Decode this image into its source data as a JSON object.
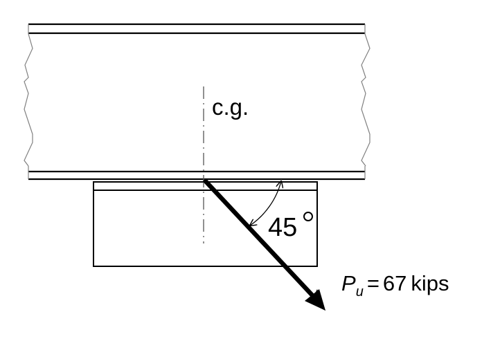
{
  "diagram": {
    "type": "structural connection free-body sketch",
    "beam": {
      "description": "beam with top and bottom flanges, break lines at both ends",
      "top_flange_y": [
        35,
        48
      ],
      "bottom_flange_y": [
        248,
        259
      ],
      "x_range": [
        41,
        527
      ]
    },
    "plate": {
      "description": "gusset / connection plate below bottom flange",
      "x_range": [
        135,
        458
      ],
      "y_range": [
        263,
        385
      ],
      "inner_line_y": 275
    },
    "centerline": {
      "label": "c.g.",
      "x": 294
    },
    "angle": {
      "value": "45",
      "unit": "°",
      "label": "45°"
    },
    "force": {
      "symbol": "P",
      "subscript": "u",
      "equals": "=",
      "value": "67",
      "unit": "kips",
      "label": "Pu = 67 kips",
      "direction": "down-right at 45° from horizontal"
    },
    "colors": {
      "line": "#000000",
      "break_line": "#808080",
      "background": "#ffffff"
    }
  }
}
